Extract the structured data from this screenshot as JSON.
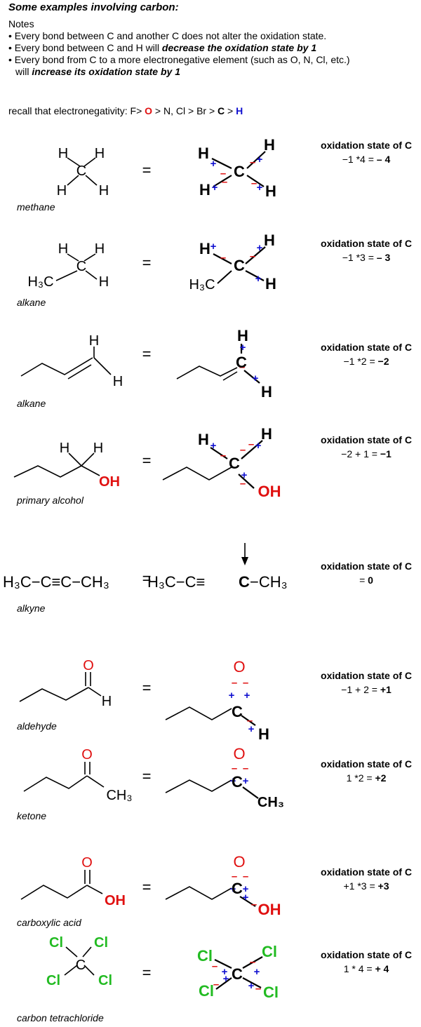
{
  "title": "Some examples involving carbon:",
  "notes": {
    "heading": "Notes",
    "n1": "• Every bond between C and another C does not alter the oxidation state.",
    "n2a": "• Every bond between C and H will ",
    "n2b": "decrease the oxidation state by 1",
    "n3": "• Every bond from C to a more electronegative element (such as O, N, Cl, etc.)",
    "n3b": "will ",
    "n3c": "increase its oxidation state by 1"
  },
  "recall": {
    "prefix": "recall that electronegativity: F> ",
    "o": "O",
    "mid": " > N, Cl > Br > ",
    "c": "C",
    "gt": " > ",
    "h": "H"
  },
  "colors": {
    "red": "#e01010",
    "blue": "#1010d0",
    "green": "#22bb22"
  },
  "equals": "=",
  "ox_title": "oxidation state of C",
  "examples": [
    {
      "label": "methane",
      "calc": "−1 *4 = ",
      "result": "– 4"
    },
    {
      "label": "alkane",
      "calc": "−1 *3 = ",
      "result": "– 3"
    },
    {
      "label": "alkane",
      "calc": "−1 *2 = ",
      "result": "−2"
    },
    {
      "label": "primary alcohol",
      "calc": "−2 + 1 = ",
      "result": "−1"
    },
    {
      "label": "alkyne",
      "calc": "= ",
      "result": "0"
    },
    {
      "label": "aldehyde",
      "calc": "−1 + 2 = ",
      "result": "+1"
    },
    {
      "label": "ketone",
      "calc": "1 *2 = ",
      "result": "+2"
    },
    {
      "label": "carboxylic acid",
      "calc": "+1 *3 = ",
      "result": "+3"
    },
    {
      "label": "carbon tetrachloride",
      "calc": "1 * 4 = ",
      "result": "+ 4"
    }
  ],
  "atoms": {
    "H": "H",
    "C": "C",
    "O": "O",
    "OH": "OH",
    "Cl": "Cl",
    "H3C": "H₃C",
    "CH3": "CH₃",
    "plus": "+",
    "minus": "–"
  },
  "alkyne_formula": {
    "left": "H₃C−C≡C−CH₃",
    "right_a": "H₃C−C≡",
    "right_c": "C",
    "right_b": "−CH₃"
  }
}
